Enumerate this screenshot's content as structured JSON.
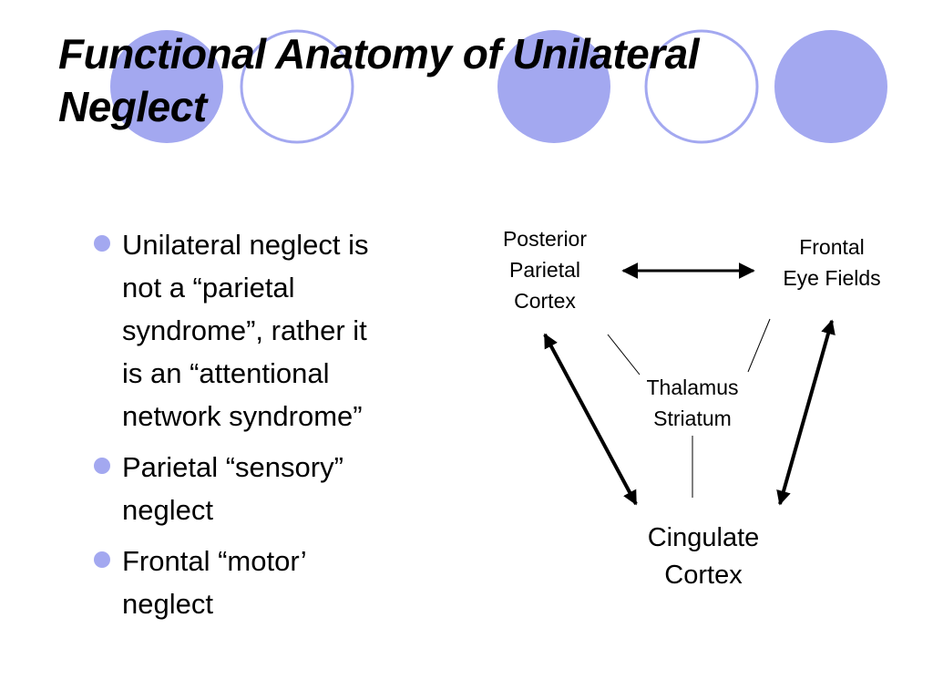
{
  "slide": {
    "title_line1": "Functional Anatomy of Unilateral",
    "title_line2": "Neglect",
    "accent_color": "#a3a8f0",
    "bullets": [
      {
        "lines": [
          "Unilateral neglect is",
          "not a “parietal",
          "syndrome”, rather it",
          "is an “attentional",
          "network syndrome”"
        ]
      },
      {
        "lines": [
          "Parietal “sensory”",
          "neglect"
        ]
      },
      {
        "lines": [
          "Frontal “motor’",
          "neglect"
        ]
      }
    ]
  },
  "diagram": {
    "nodes": {
      "posterior_parietal": [
        "Posterior",
        "Parietal",
        "Cortex"
      ],
      "frontal_eye_fields": [
        "Frontal",
        "Eye Fields"
      ],
      "thalamus_striatum": [
        "Thalamus",
        "Striatum"
      ],
      "cingulate": [
        "Cingulate",
        "Cortex"
      ]
    },
    "edges": [
      {
        "from": "posterior_parietal",
        "to": "frontal_eye_fields",
        "style": "double-arrow"
      },
      {
        "from": "posterior_parietal",
        "to": "cingulate",
        "style": "double-arrow-bold"
      },
      {
        "from": "frontal_eye_fields",
        "to": "cingulate",
        "style": "double-arrow-bold"
      },
      {
        "from": "posterior_parietal",
        "to": "thalamus_striatum",
        "style": "thin-line"
      },
      {
        "from": "frontal_eye_fields",
        "to": "thalamus_striatum",
        "style": "thin-line"
      },
      {
        "from": "thalamus_striatum",
        "to": "cingulate",
        "style": "thin-line"
      }
    ]
  }
}
